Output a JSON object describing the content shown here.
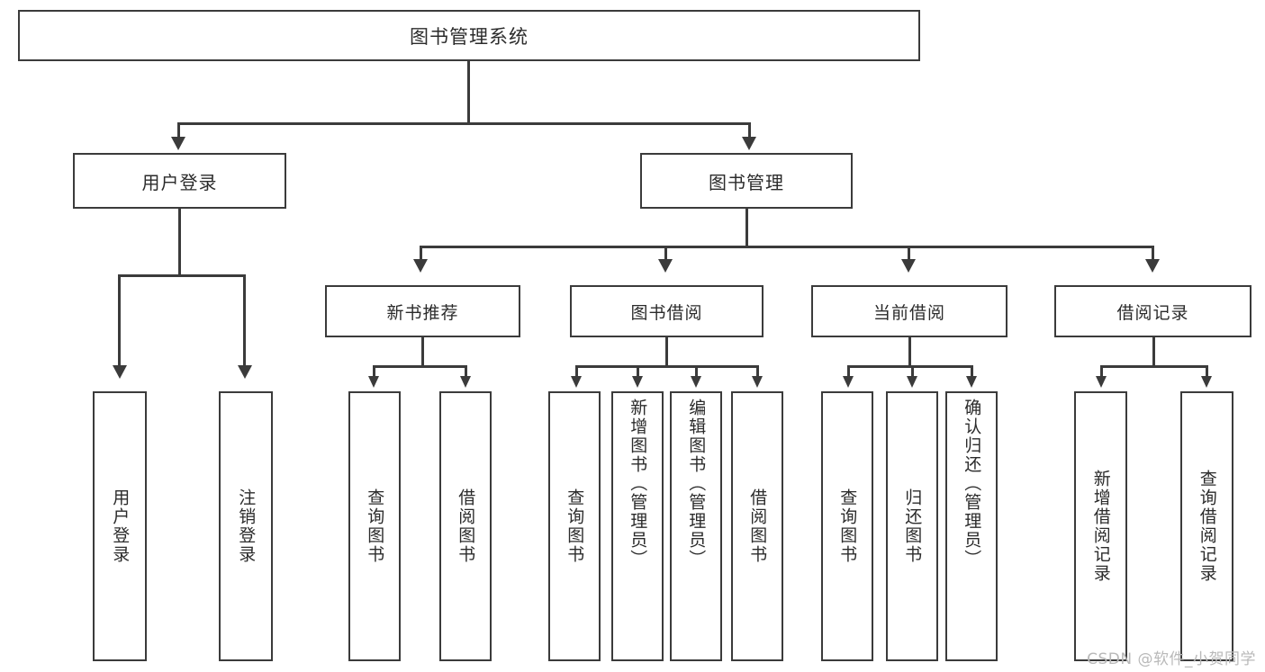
{
  "diagram": {
    "type": "tree",
    "title": "图书管理系统",
    "root": {
      "label": "图书管理系统"
    },
    "level1": [
      {
        "id": "user-login",
        "label": "用户登录"
      },
      {
        "id": "book-manage",
        "label": "图书管理"
      }
    ],
    "level2": [
      {
        "id": "new-book-recommend",
        "label": "新书推荐",
        "parent": "book-manage"
      },
      {
        "id": "book-borrow",
        "label": "图书借阅",
        "parent": "book-manage"
      },
      {
        "id": "current-borrow",
        "label": "当前借阅",
        "parent": "book-manage"
      },
      {
        "id": "borrow-record",
        "label": "借阅记录",
        "parent": "book-manage"
      }
    ],
    "leaves": {
      "user_login": [
        {
          "id": "leaf-user-login",
          "label": "用户登录"
        },
        {
          "id": "leaf-logout-login",
          "label": "注销登录"
        }
      ],
      "new_book_recommend": [
        {
          "id": "leaf-query-book-1",
          "label": "查询图书"
        },
        {
          "id": "leaf-borrow-book-1",
          "label": "借阅图书"
        }
      ],
      "book_borrow": [
        {
          "id": "leaf-query-book-2",
          "label": "查询图书"
        },
        {
          "id": "leaf-add-book",
          "label": "新增图书（管理员）"
        },
        {
          "id": "leaf-edit-book",
          "label": "编辑图书（管理员）"
        },
        {
          "id": "leaf-borrow-book-2",
          "label": "借阅图书"
        }
      ],
      "current_borrow": [
        {
          "id": "leaf-query-book-3",
          "label": "查询图书"
        },
        {
          "id": "leaf-return-book",
          "label": "归还图书"
        },
        {
          "id": "leaf-confirm-return",
          "label": "确认归还（管理员）"
        }
      ],
      "borrow_record": [
        {
          "id": "leaf-add-record",
          "label": "新增借阅记录"
        },
        {
          "id": "leaf-query-record",
          "label": "查询借阅记录"
        }
      ]
    }
  },
  "watermark": {
    "text": "CSDN @软件_小贺同学"
  },
  "colors": {
    "line": "#3b3b3b",
    "box_border": "#3b3b3b",
    "background": "#ffffff",
    "text": "#2b2b2b",
    "watermark": "#b9b9b9"
  }
}
